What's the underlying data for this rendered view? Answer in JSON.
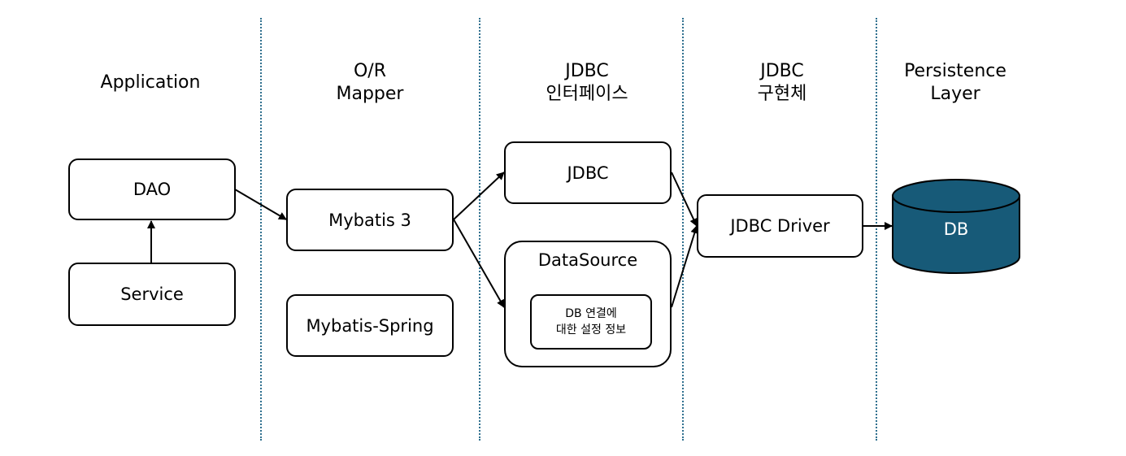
{
  "headers": {
    "application": "Application",
    "or_mapper_line1": "O/R",
    "or_mapper_line2": "Mapper",
    "jdbc_interface_line1": "JDBC",
    "jdbc_interface_line2": "인터페이스",
    "jdbc_impl_line1": "JDBC",
    "jdbc_impl_line2": "구현체",
    "persistence_line1": "Persistence",
    "persistence_line2": "Layer"
  },
  "boxes": {
    "dao": "DAO",
    "service": "Service",
    "mybatis3": "Mybatis 3",
    "mybatis_spring": "Mybatis-Spring",
    "jdbc": "JDBC",
    "datasource": "DataSource",
    "db_config_line1": "DB 연결에",
    "db_config_line2": "대한 설정 정보",
    "jdbc_driver": "JDBC Driver",
    "db": "DB"
  },
  "colors": {
    "db_fill": "#175a78",
    "db_stroke": "#000000",
    "divider": "#2e6f8e"
  }
}
